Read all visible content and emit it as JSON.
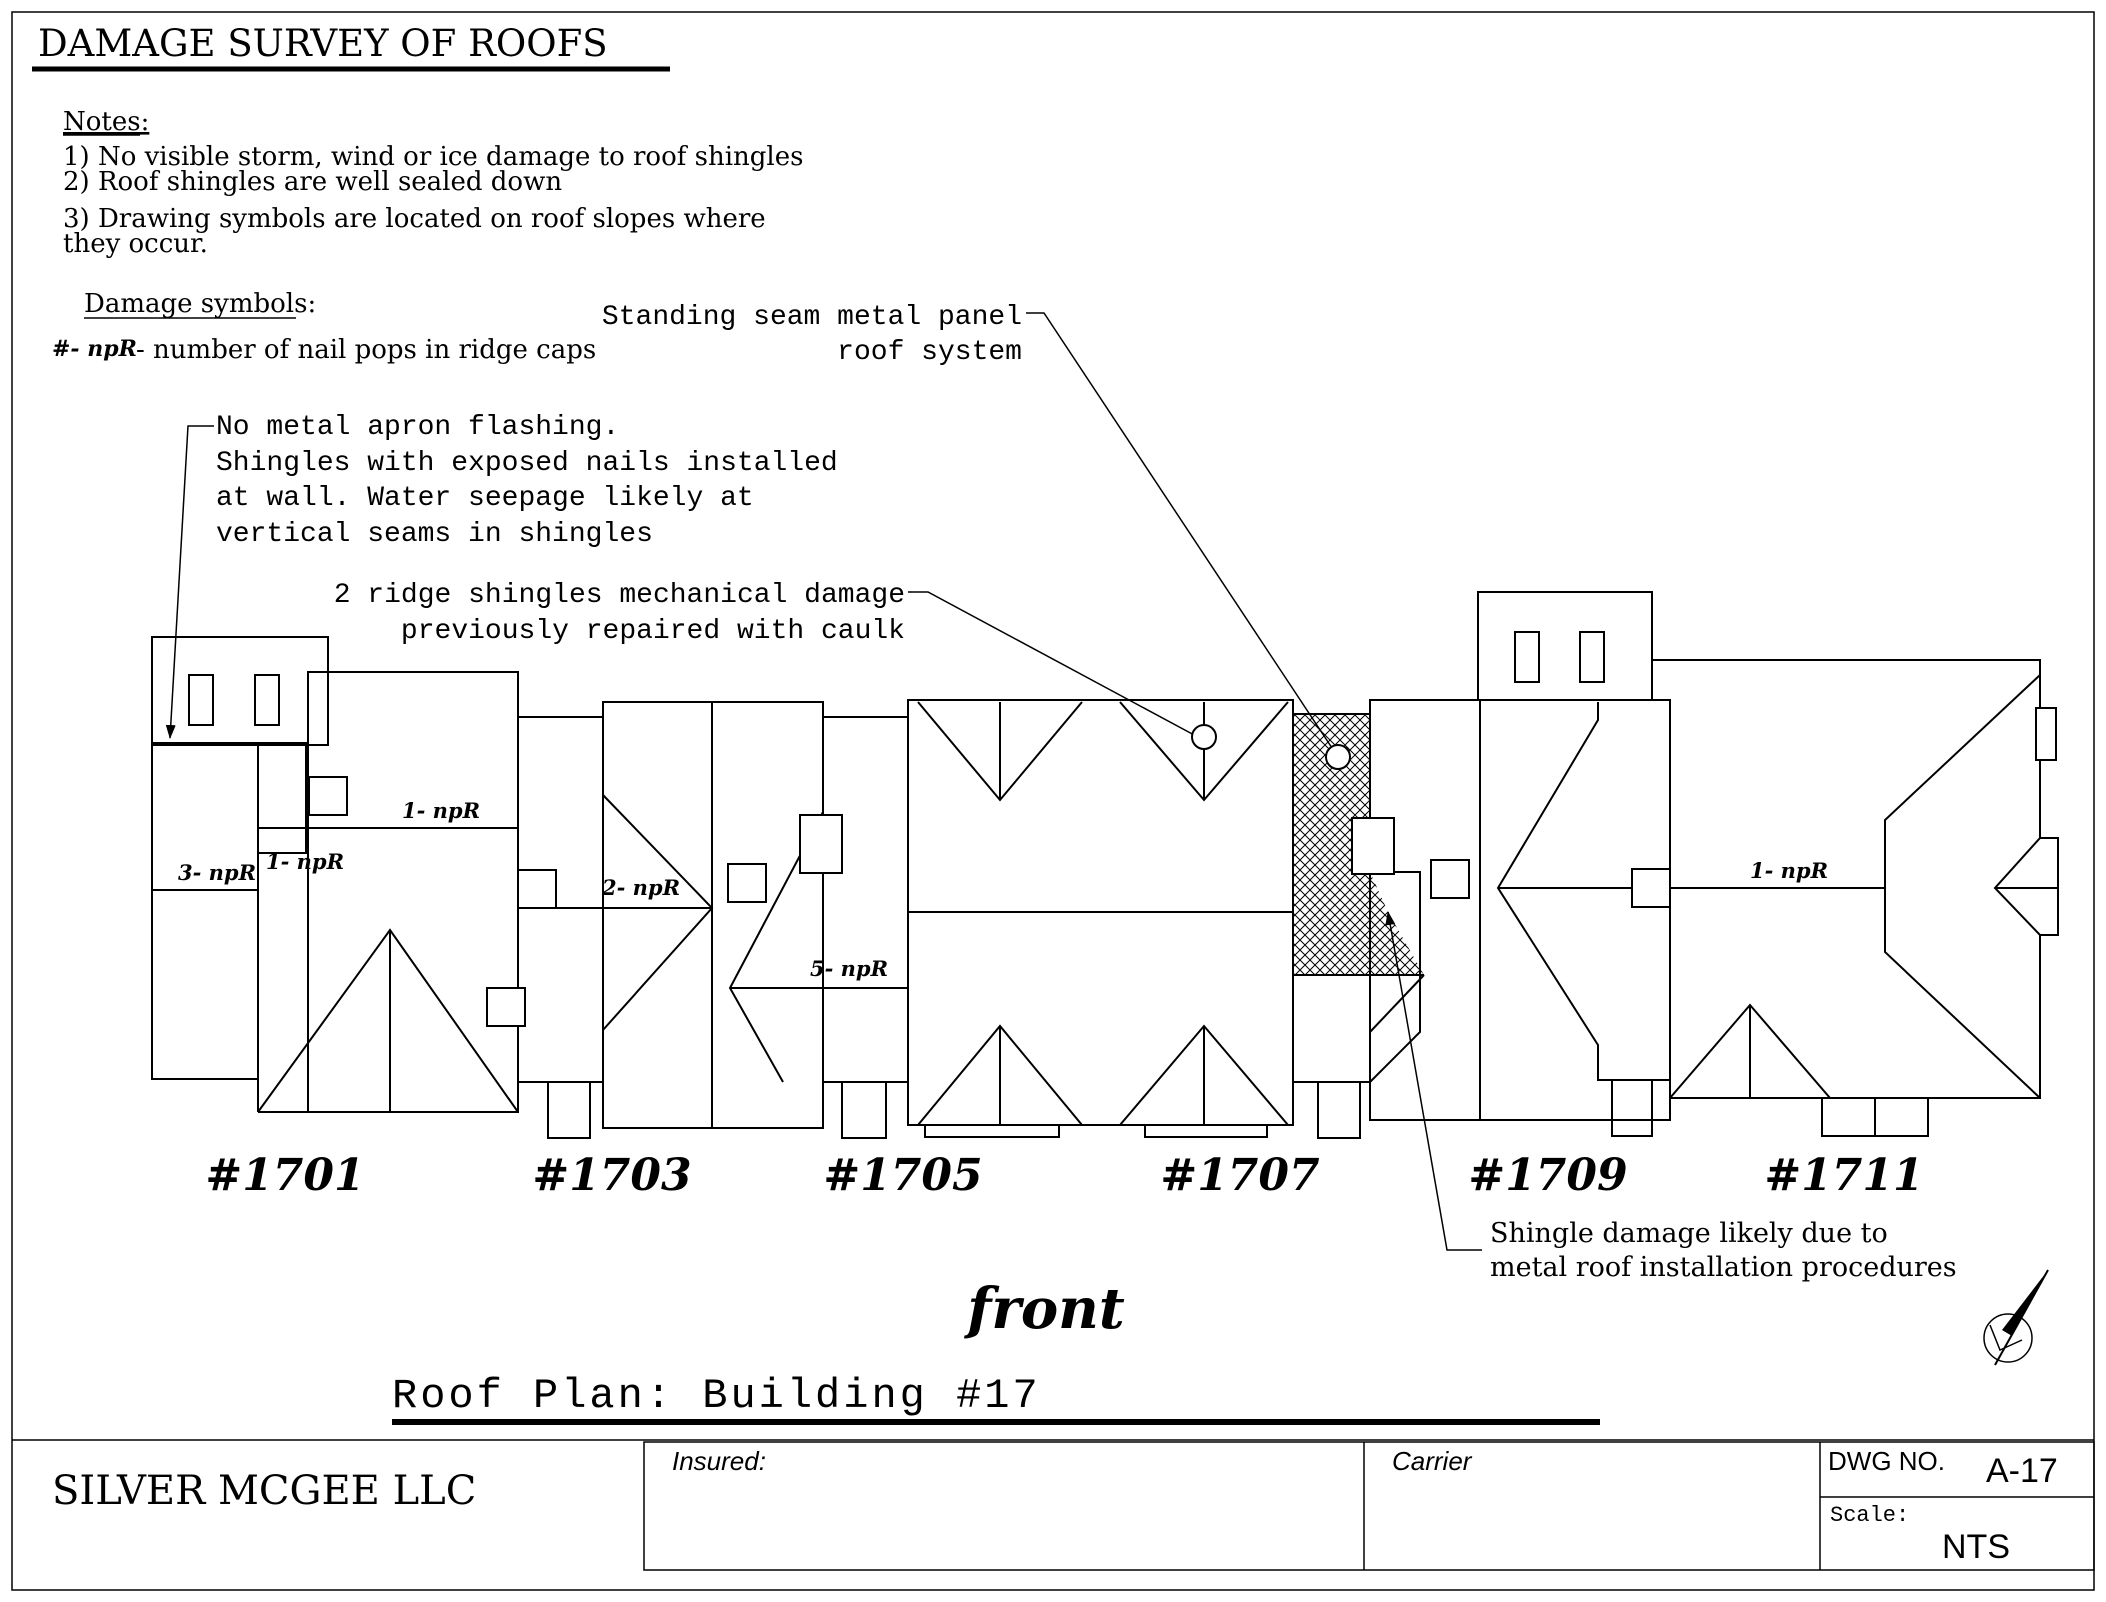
{
  "sheet_title": "DAMAGE SURVEY OF ROOFS",
  "notes": {
    "heading": "Notes:",
    "items": [
      "1) No visible storm, wind or ice damage to roof shingles",
      "2) Roof shingles are well sealed down",
      "3) Drawing symbols are located on roof slopes where",
      "they occur."
    ]
  },
  "damage_symbols": {
    "heading": "Damage symbols:",
    "symbol": "#- npR",
    "description": "- number of nail pops in ridge caps"
  },
  "callouts": {
    "metal_panel": [
      "Standing seam metal panel",
      "roof system"
    ],
    "apron": [
      "No metal apron flashing.",
      "Shingles with exposed nails installed",
      "at wall. Water seepage likely at",
      "vertical seams in shingles"
    ],
    "ridge": [
      "2 ridge shingles mechanical damage",
      "previously repaired with caulk"
    ],
    "shingle_damage": [
      "Shingle damage likely due to",
      "metal roof installation procedures"
    ]
  },
  "ridge_labels": [
    "3- npR",
    "1- npR",
    "1- npR",
    "2- npR",
    "5- npR",
    "1- npR"
  ],
  "units": [
    "#1701",
    "#1703",
    "#1705",
    "#1707",
    "#1709",
    "#1711"
  ],
  "front_label": "front",
  "plan_title": "Roof Plan: Building #17",
  "title_block": {
    "company": "SILVER MCGEE LLC",
    "insured_label": "Insured:",
    "carrier_label": "Carrier",
    "dwg_label": "DWG NO.",
    "dwg_value": "A-17",
    "scale_label": "Scale:",
    "scale_value": "NTS"
  }
}
